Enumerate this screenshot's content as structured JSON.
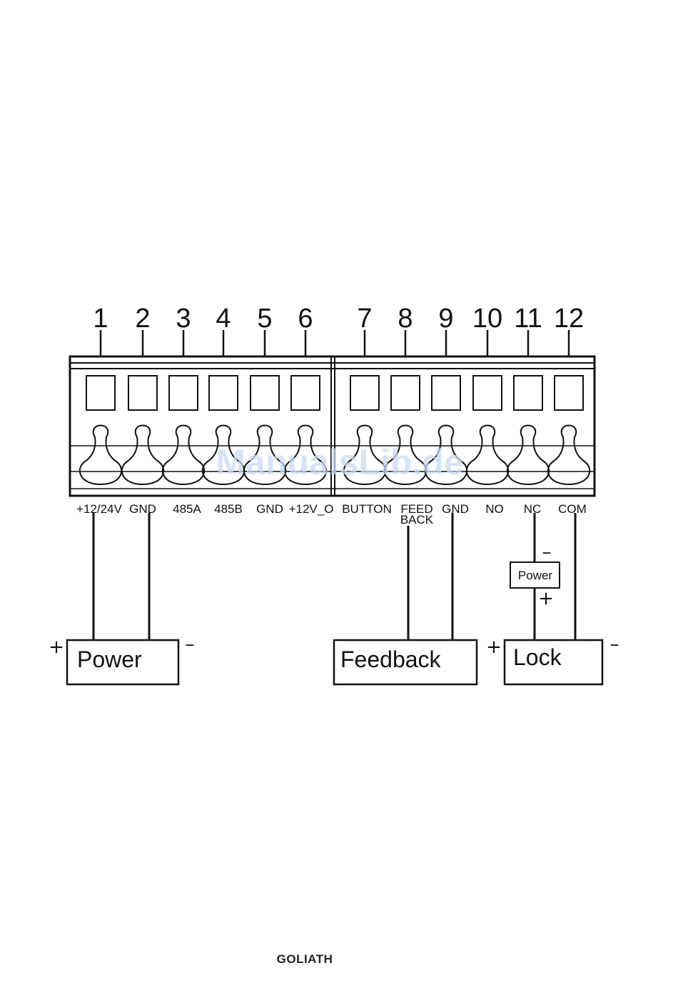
{
  "terminals": [
    {
      "number": "1",
      "label": "+12/24V"
    },
    {
      "number": "2",
      "label": "GND"
    },
    {
      "number": "3",
      "label": "485A"
    },
    {
      "number": "4",
      "label": "485B"
    },
    {
      "number": "5",
      "label": "GND"
    },
    {
      "number": "6",
      "label": "+12V_O"
    },
    {
      "number": "7",
      "label": "BUTTON"
    },
    {
      "number": "8",
      "label": "FEED",
      "label2": "BACK"
    },
    {
      "number": "9",
      "label": "GND"
    },
    {
      "number": "10",
      "label": "NO"
    },
    {
      "number": "11",
      "label": "NC"
    },
    {
      "number": "12",
      "label": "COM"
    }
  ],
  "devices": {
    "power": {
      "label": "Power",
      "plus": "+",
      "minus": "–"
    },
    "feedback": {
      "label": "Feedback"
    },
    "lock": {
      "label": "Lock",
      "plus": "+",
      "minus": "–"
    },
    "lock_power": {
      "label": "Power",
      "minus": "–",
      "plus": "+"
    }
  },
  "watermark": "ManualsLib.de",
  "footer": {
    "brand": "GOLIATH"
  }
}
